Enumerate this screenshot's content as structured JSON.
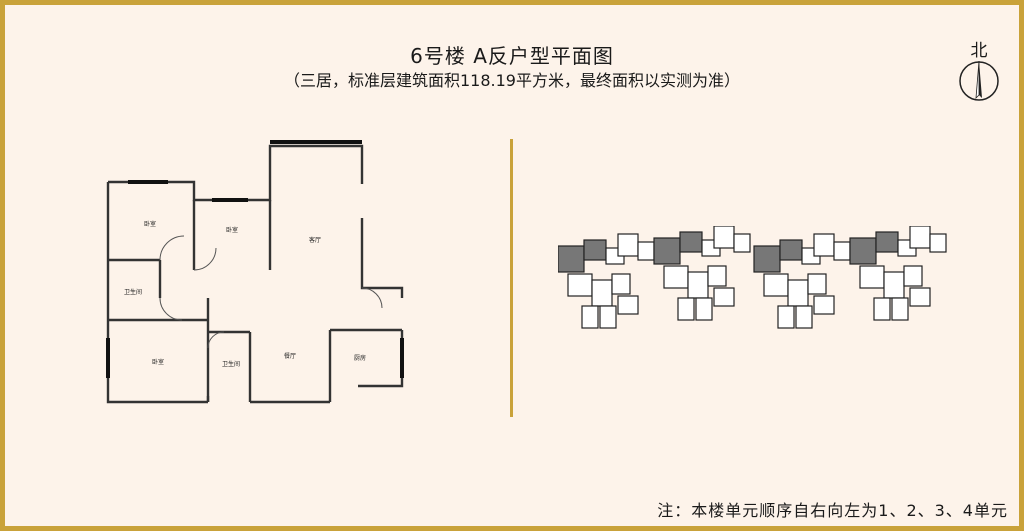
{
  "title": "6号楼  A反户型平面图",
  "subtitle": "（三居，标准层建筑面积118.19平方米，最终面积以实测为准）",
  "north": "北",
  "rooms": {
    "bedroom_1": "卧室",
    "bedroom_2": "卧室",
    "bedroom_3": "卧室",
    "living": "客厅",
    "bath_1": "卫生间",
    "bath_2": "卫生间",
    "dining": "餐厅",
    "kitchen": "厨房"
  },
  "note": "注：本楼单元顺序自右向左为1、2、3、4单元",
  "colors": {
    "frame": "#c9a23a",
    "background": "#fdf3ea",
    "wall": "#333333"
  }
}
